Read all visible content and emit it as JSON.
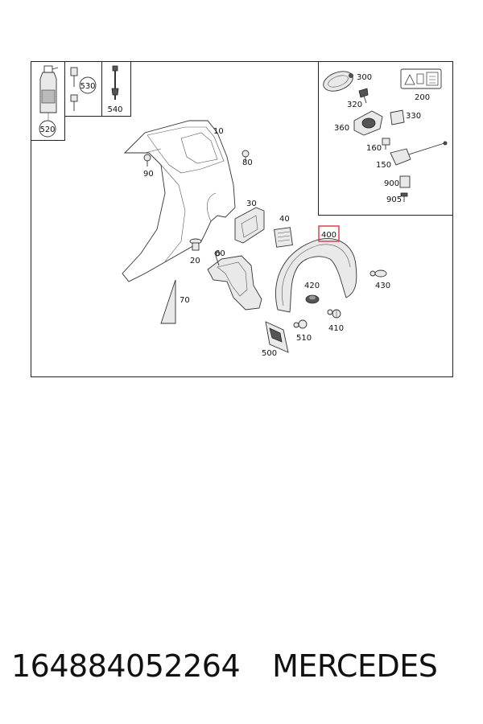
{
  "labels": {
    "p10": "10",
    "p20": "20",
    "p30": "30",
    "p40": "40",
    "p60": "60",
    "p70": "70",
    "p80": "80",
    "p90": "90",
    "p150": "150",
    "p160": "160",
    "p200": "200",
    "p300": "300",
    "p320": "320",
    "p330": "330",
    "p360": "360",
    "p400": "400",
    "p410": "410",
    "p420": "420",
    "p430": "430",
    "p500": "500",
    "p510": "510",
    "p520": "520",
    "p530": "530",
    "p540": "540",
    "p900": "900",
    "p905": "905"
  },
  "highlight_color": "#e04050",
  "footer": {
    "part_number": "164884052264",
    "brand": "MERCEDES"
  }
}
